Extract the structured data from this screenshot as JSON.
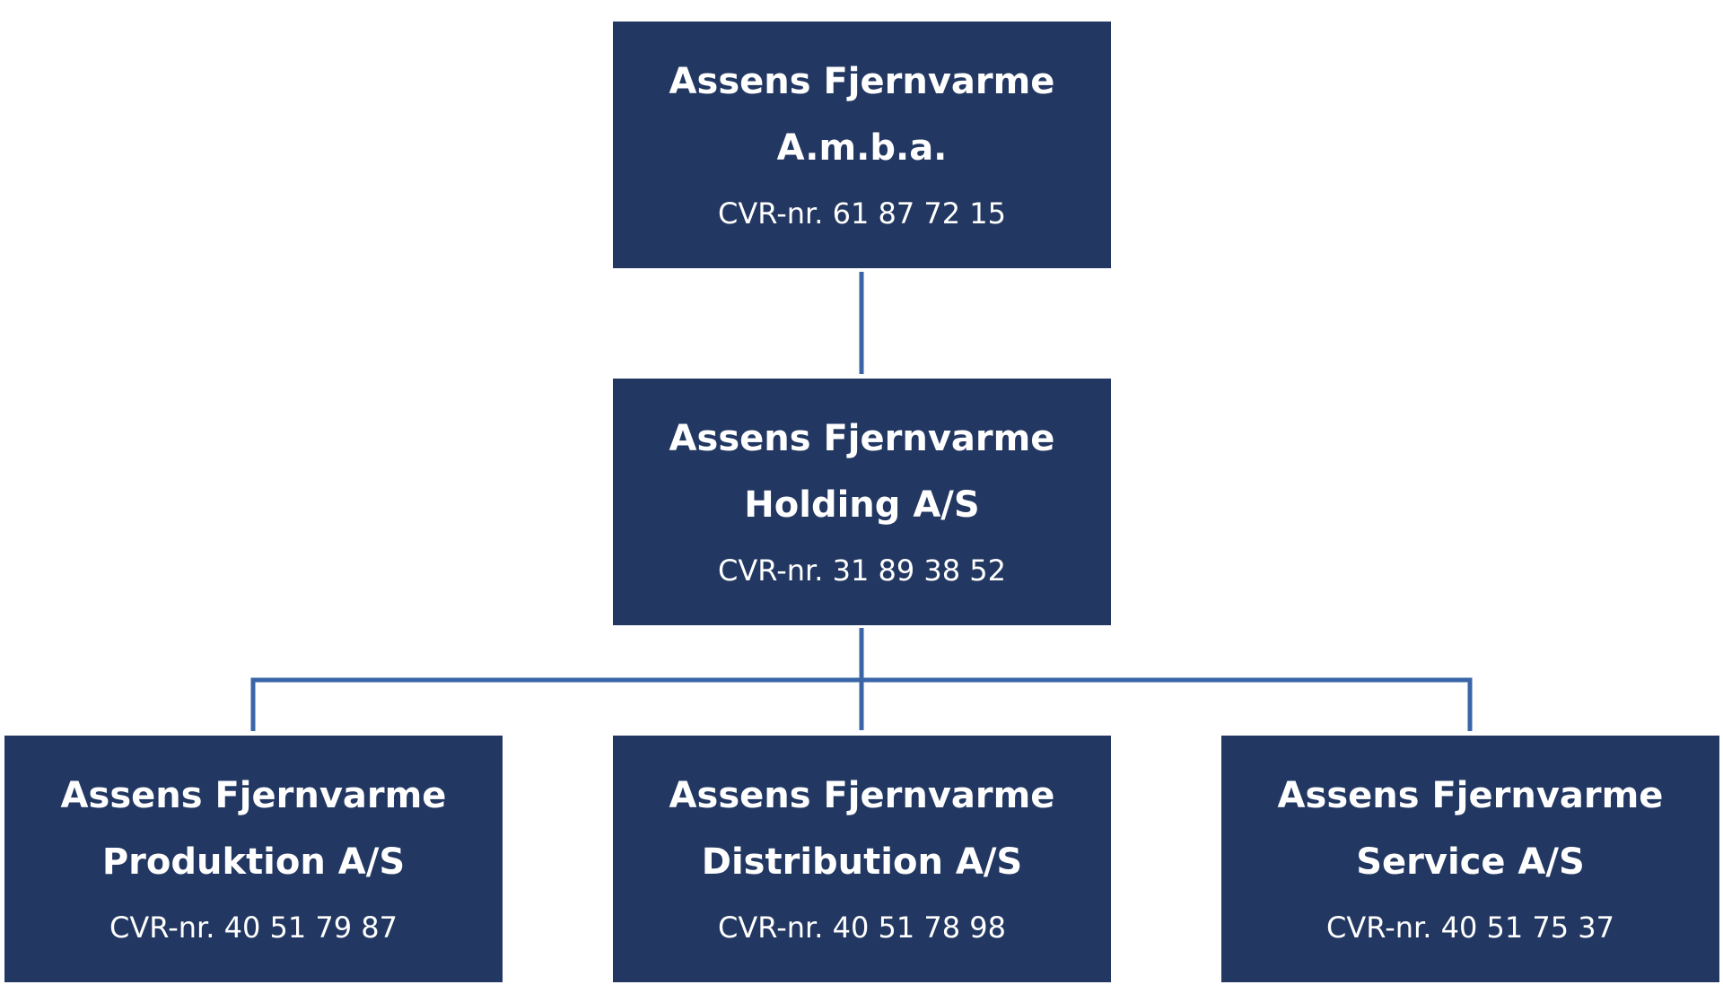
{
  "colors": {
    "box_fill": "#223761",
    "box_text": "#ffffff",
    "connector": "#3a66a8"
  },
  "org_chart": {
    "parent": {
      "line1": "Assens Fjernvarme",
      "line2": "A.m.b.a.",
      "cvr": "CVR-nr. 61 87 72 15"
    },
    "holding": {
      "line1": "Assens Fjernvarme",
      "line2": "Holding A/S",
      "cvr": "CVR-nr. 31 89 38 52"
    },
    "subsidiaries": [
      {
        "line1": "Assens Fjernvarme",
        "line2": "Produktion A/S",
        "cvr": "CVR-nr. 40 51 79 87"
      },
      {
        "line1": "Assens Fjernvarme",
        "line2": "Distribution A/S",
        "cvr": "CVR-nr. 40 51 78 98"
      },
      {
        "line1": "Assens Fjernvarme",
        "line2": "Service A/S",
        "cvr": "CVR-nr. 40 51 75 37"
      }
    ]
  }
}
